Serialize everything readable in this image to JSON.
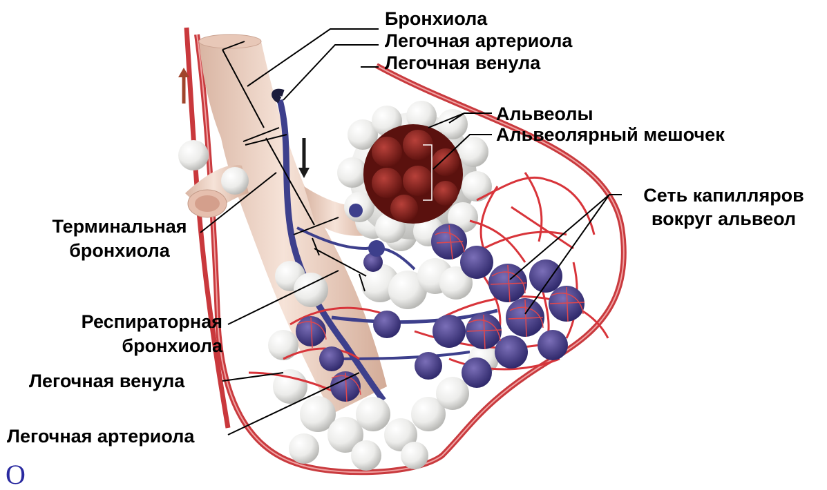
{
  "labels": {
    "bronchiole": "Бронхиола",
    "pulm_arteriole_top": "Легочная артериола",
    "pulm_venule_top": "Легочная венула",
    "alveoli": "Альвеолы",
    "alveolar_sac": "Альвеолярный мешочек",
    "capillary_net_line1": "Сеть капилляров",
    "capillary_net_line2": "вокруг альвеол",
    "terminal_bronchiole_line1": "Терминальная",
    "terminal_bronchiole_line2": "бронхиола",
    "respiratory_bronchiole_line1": "Респираторная",
    "respiratory_bronchiole_line2": "бронхиола",
    "pulm_venule_bottom": "Легочная венула",
    "pulm_arteriole_bottom": "Легочная артериола",
    "partial_char": "О"
  },
  "colors": {
    "tissue": "#efd6c8",
    "tissue_shade": "#d9b5a3",
    "artery_red": "#d8343a",
    "vein_blue": "#3d3f8c",
    "alveolus_white": "#f1f1ef",
    "sac_dark": "#6b1512",
    "leader": "#000000"
  }
}
